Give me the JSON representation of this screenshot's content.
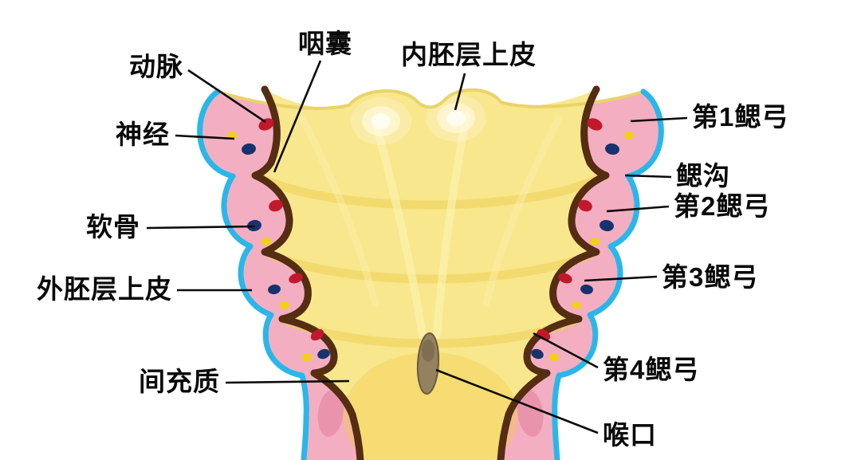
{
  "labels": {
    "artery": "动脉",
    "pharyngeal_pouch": "咽囊",
    "endodermal_epithelium": "内胚层上皮",
    "nerve": "神经",
    "branchial_arch_1": "第1鳃弓",
    "branchial_groove": "鳃沟",
    "branchial_arch_2": "第2鳃弓",
    "cartilage": "软骨",
    "branchial_arch_3": "第3鳃弓",
    "ectodermal_epithelium": "外胚层上皮",
    "branchial_arch_4": "第4鳃弓",
    "mesenchyme": "间充质",
    "laryngeal_opening": "喉口"
  },
  "colors": {
    "background": "#ffffff",
    "endoderm_yellow": "#f8e78c",
    "mesenchyme_pink": "#f4aec1",
    "ectoderm_blue": "#29b7ea",
    "boundary_brown": "#542d12",
    "artery_red": "#c2182e",
    "nerve_yellow": "#f2d018",
    "cartilage_navy": "#16336e",
    "laryngeal_opening_tan": "#93815f",
    "label_black": "#0a0a0a"
  },
  "legend": {
    "artery_dot_color": "#c2182e",
    "nerve_dot_color": "#f2d018",
    "cartilage_dot_color": "#16336e"
  }
}
